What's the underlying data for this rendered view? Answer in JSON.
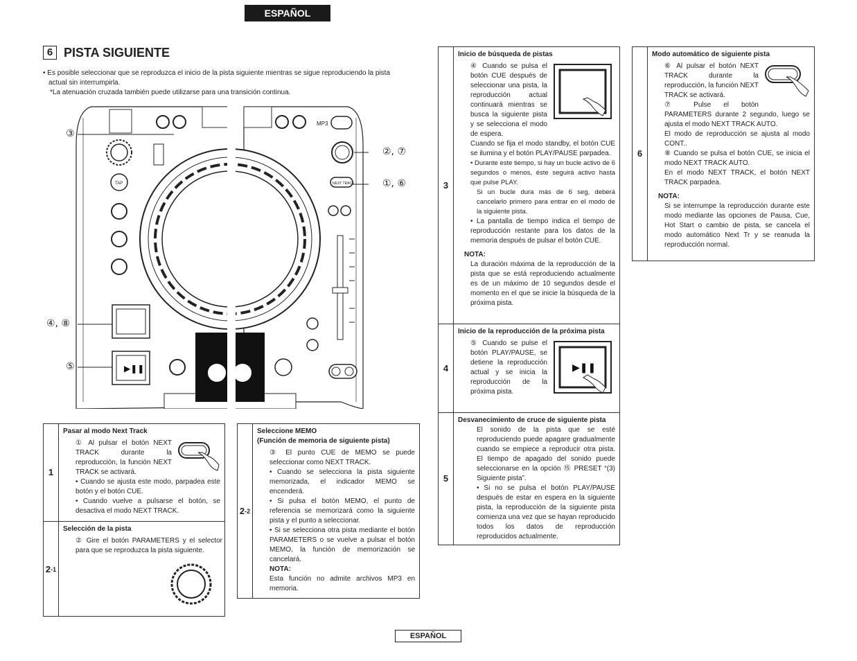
{
  "header": {
    "lang": "ESPAÑOL"
  },
  "section": {
    "number": "6",
    "title": "PISTA SIGUIENTE",
    "intro_1": "• Es posible seleccionar que se reproduzca el inicio de la pista siguiente mientras se sigue reproduciendo la pista",
    "intro_2": "actual sin interrumpirla.",
    "intro_3": "*La atenuación cruzada también puede utilizarse para una transición continua."
  },
  "device": {
    "callout_3": "③",
    "callout_2_7": "②, ⑦",
    "callout_1_6": "①, ⑥",
    "callout_4_8": "④, ⑧",
    "callout_5": "⑤",
    "mp3_label": "MP3",
    "tap_label": "TAP",
    "next_track_label": "NEXT TRACK"
  },
  "steps_left": {
    "s1": {
      "num": "1",
      "title": "Pasar al modo Next Track",
      "text": "① Al pulsar el botón NEXT TRACK durante la reproducción, la función NEXT TRACK se activará.",
      "b1": "• Cuando se ajusta este modo, parpadea este botón y el botón CUE.",
      "b2": "• Cuando vuelve a pulsarse el botón, se desactiva el modo NEXT TRACK."
    },
    "s21": {
      "num": "2",
      "sub": "-1",
      "title": "Selección de la pista",
      "text": "② Gire el botón PARAMETERS y el selector para que se reproduzca la pista siguiente."
    }
  },
  "steps_mid": {
    "s22": {
      "num": "2",
      "sub": "-2",
      "title": "Seleccione MEMO",
      "title2": "(Función de memoria de siguiente pista)",
      "text": "③ El punto CUE de MEMO se puede seleccionar como NEXT TRACK.",
      "b1": "• Cuando se selecciona la pista siguiente memorizada, el indicador MEMO se encenderá.",
      "b2": "• Si pulsa el botón MEMO, el punto de referencia se memorizará como la siguiente pista y el punto a seleccionar.",
      "b3": "• Si se selecciona otra pista mediante el botón PARAMETERS o se vuelve a pulsar el botón MEMO, la función de memorización se cancelará.",
      "nota": "NOTA:",
      "nota_text": "Esta función no admite archivos MP3 en memoria."
    }
  },
  "steps_right": {
    "s3": {
      "num": "3",
      "title": "Inicio de búsqueda de pistas",
      "text": "④ Cuando se pulsa el botón CUE después de seleccionar una pista, la reproducción actual continuará mientras se busca la siguiente pista y se selecciona el modo de espera.",
      "text2": "Cuando se fija el modo standby, el botón CUE se ilumina y el botón PLAY/PAUSE parpadea.",
      "b1": "• Durante este tiempo, si hay un bucle activo de 6 segundos o menos, éste seguirá activo hasta que pulse PLAY.",
      "b1b": "Si un bucle dura más de 6 seg, deberá cancelarlo primero para entrar en el modo de la siguiente pista.",
      "b2": "• La pantalla de tiempo indica el tiempo de reproducción restante para los datos de la memoria después de pulsar el botón CUE.",
      "nota": "NOTA:",
      "nota_text": "La duración máxima de la reproducción de la pista que se está reproduciendo actualmente es de un máximo de 10 segundos desde el momento en el que se inicie la búsqueda de la próxima pista."
    },
    "s4": {
      "num": "4",
      "title": "Inicio de la reproducción de la próxima pista",
      "text": "⑤ Cuando se pulse el botón PLAY/PAUSE, se detiene la reproducción actual y se inicia la reproducción de la próxima pista."
    },
    "s5": {
      "num": "5",
      "title": "Desvanecimiento de cruce de siguiente pista",
      "text": "El sonido de la pista que se esté reproduciendo puede apagare gradualmente cuando se empiece a reproducir otra pista. El tiempo de apagado del sonido puede seleccionarse en la opción ⑮ PRESET “(3) Siguiente pista”.",
      "b1": "• Si no se pulsa el botón PLAY/PAUSE después de estar en espera en la siguiente pista, la reproducción de la siguiente pista comienza una vez que se hayan reproducido todos los datos de reproducción reproducidos actualmente."
    }
  },
  "steps_far": {
    "s6": {
      "num": "6",
      "title": "Modo automático de siguiente pista",
      "text": "⑥ Al pulsar el botón NEXT TRACK durante la reproducción, la función NEXT TRACK se activará.",
      "t7": "⑦ Pulse el botón PARAMETERS durante 2 segundo, luego se ajusta el modo NEXT TRACK AUTO.",
      "t7b": "El modo de reproducción se ajusta al modo CONT..",
      "t8": "⑧ Cuando se pulsa el botón CUE, se inicia el modo NEXT TRACK AUTO.",
      "t8b": "En el modo NEXT TRACK, el botón NEXT TRACK parpadea.",
      "nota": "NOTA:",
      "nota_text": "Si se interrumpe la reproducción durante este modo mediante las opciones de Pausa, Cue, Hot Start o cambio de pista, se cancela el modo automático Next Tr y se reanuda la reproducción normal."
    }
  },
  "footer": {
    "lang": "ESPAÑOL"
  }
}
